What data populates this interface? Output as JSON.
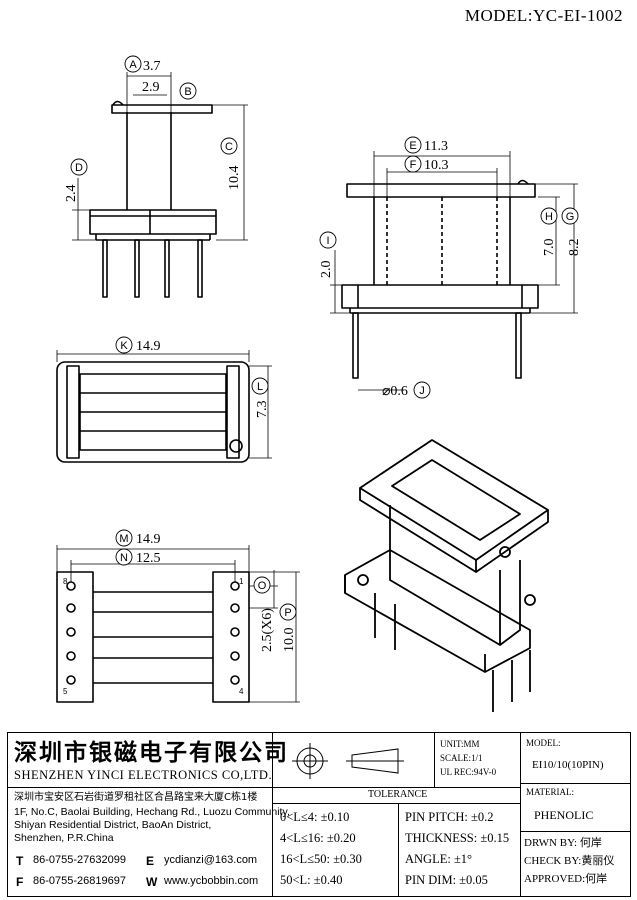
{
  "header": {
    "model": "MODEL:YC-EI-1002"
  },
  "dims": {
    "A": "3.7",
    "B": "2.9",
    "C": "10.4",
    "D": "2.4",
    "E": "11.3",
    "F": "10.3",
    "G": "8.2",
    "H": "7.0",
    "I": "2.0",
    "J": "⌀0.6",
    "K": "14.9",
    "L": "7.3",
    "M": "14.9",
    "N": "12.5",
    "O": "2.5(X6)",
    "P": "10.0"
  },
  "letters": [
    "A",
    "B",
    "C",
    "D",
    "E",
    "F",
    "G",
    "H",
    "I",
    "J",
    "K",
    "L",
    "M",
    "N",
    "O",
    "P"
  ],
  "pins": {
    "p8": "8",
    "p5": "5",
    "p1": "1",
    "p4": "4"
  },
  "company": {
    "name_cn": "深圳市银磁电子有限公司",
    "name_en": "SHENZHEN YINCI ELECTRONICS CO,LTD.",
    "addr_cn": "深圳市宝安区石岩街道罗租社区合昌路宝来大厦C栋1楼",
    "addr_en1": "1F, No.C, Baolai Building, Hechang Rd., Luozu Community,",
    "addr_en2": "Shiyan Residential District, BaoAn District,",
    "addr_en3": "Shenzhen, P.R.China",
    "t_label": "T",
    "t_value": "86-0755-27632099",
    "e_label": "E",
    "e_value": "ycdianzi@163.com",
    "f_label": "F",
    "f_value": "86-0755-26819697",
    "w_label": "W",
    "w_value": "www.ycbobbin.com"
  },
  "specs": {
    "unit": "UNIT:MM",
    "scale": "SCALE:1/1",
    "ul": "UL REC:94V-0"
  },
  "tolerance": {
    "title": "TOLERANCE",
    "left": [
      "0<L≤4: ±0.10",
      "4<L≤16: ±0.20",
      "16<L≤50: ±0.30",
      "50<L: ±0.40"
    ],
    "right": [
      "PIN PITCH: ±0.2",
      "THICKNESS: ±0.15",
      "ANGLE: ±1°",
      "PIN DIM: ±0.05"
    ]
  },
  "model_box": {
    "label": "MODEL:",
    "value": "EI10/10(10PIN)"
  },
  "material_box": {
    "label": "MATERIAL:",
    "value": "PHENOLIC"
  },
  "approval": {
    "drawn": "DRWN BY: 何岸",
    "check": "CHECK BY:黄丽仪",
    "approved": "APPROVED:何岸"
  }
}
